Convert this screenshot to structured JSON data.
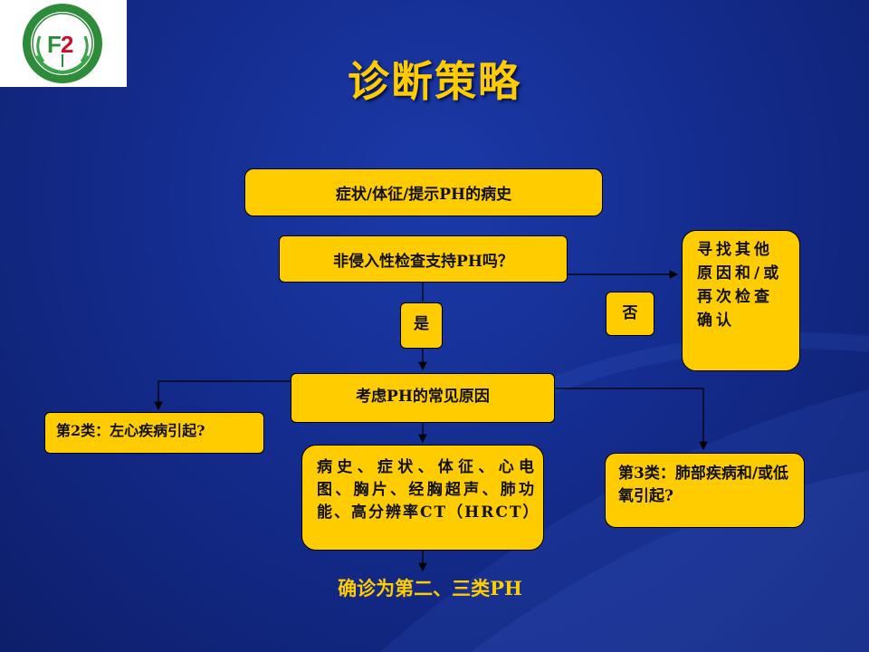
{
  "slide": {
    "title": "诊断策略",
    "result": "确诊为第二、三类PH"
  },
  "flow": {
    "symptoms": "症状/体征/提示PH的病史",
    "noninvasive": "非侵入性检查支持PH吗？",
    "yes": "是",
    "no": "否",
    "other_causes": "寻找其他原因和/或再次检查确认",
    "common_causes": "考虑PH的常见原因",
    "class2": "第2类：左心疾病引起?",
    "exams": "病史、症状、体征、心电图、胸片、经胸超声、肺功能、高分辨率CT（HRCT）",
    "class3": "第3类：肺部疾病和/或低氧引起?"
  },
  "colors": {
    "box_fill": "#ffcc00",
    "title_text": "#ffcc00",
    "background": "#142c8e"
  },
  "icons": {
    "logo": "hospital-emblem-icon"
  }
}
